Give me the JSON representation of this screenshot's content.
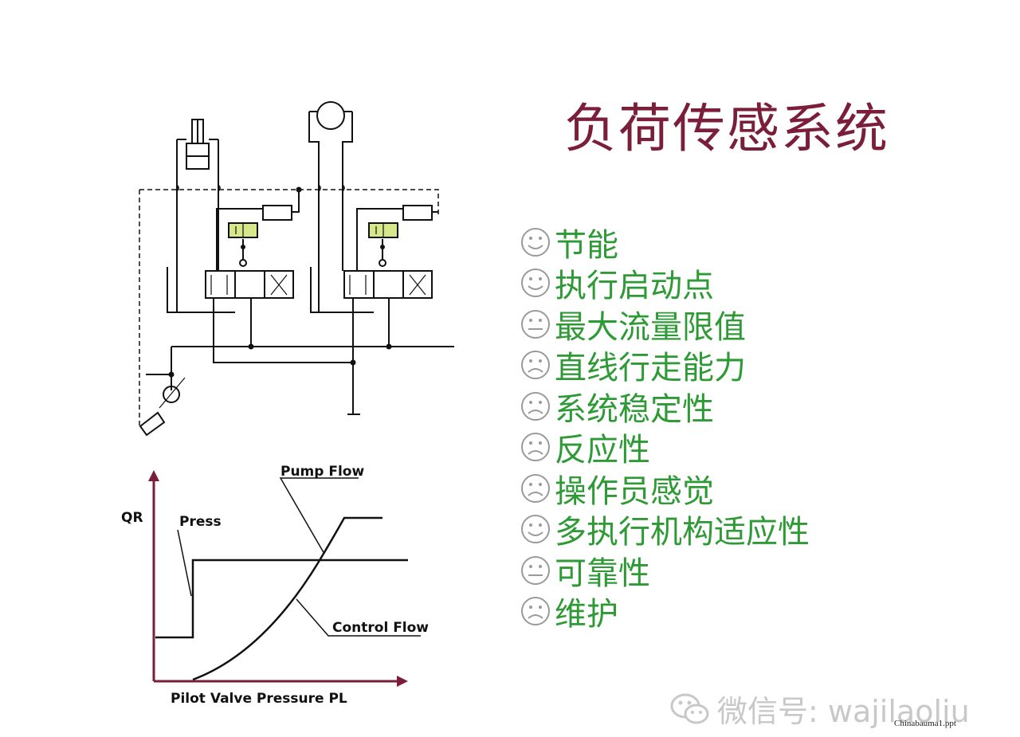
{
  "title": "负荷传感系统",
  "items": [
    {
      "face": "smile",
      "text": "节能"
    },
    {
      "face": "smile",
      "text": "执行启动点"
    },
    {
      "face": "neutral",
      "text": "最大流量限值"
    },
    {
      "face": "frown",
      "text": "直线行走能力"
    },
    {
      "face": "frown",
      "text": "系统稳定性"
    },
    {
      "face": "frown",
      "text": "反应性"
    },
    {
      "face": "frown",
      "text": "操作员感觉"
    },
    {
      "face": "smile",
      "text": "多执行机构适应性"
    },
    {
      "face": "neutral",
      "text": "可靠性"
    },
    {
      "face": "frown",
      "text": "维护"
    }
  ],
  "colors": {
    "title": "#7a1e3a",
    "items": "#2e9a35",
    "axis": "#7a1e3a",
    "valve_fill": "#d6e88a"
  },
  "chart": {
    "ylabel": "QR",
    "xlabel": "Pilot Valve Pressure PL",
    "labels": {
      "pump_flow": "Pump Flow",
      "press": "Press",
      "control_flow": "Control Flow"
    }
  },
  "chart_data": {
    "type": "line",
    "title": "",
    "xlabel": "Pilot Valve Pressure PL",
    "ylabel": "QR",
    "series": [
      {
        "name": "Press",
        "points": [
          [
            0,
            0.35
          ],
          [
            0.16,
            0.35
          ],
          [
            0.16,
            0.68
          ],
          [
            1.0,
            0.68
          ]
        ]
      },
      {
        "name": "Control Flow",
        "points": [
          [
            0.16,
            0.0
          ],
          [
            0.35,
            0.12
          ],
          [
            0.55,
            0.35
          ],
          [
            0.72,
            0.62
          ],
          [
            0.84,
            0.86
          ],
          [
            1.0,
            0.86
          ]
        ]
      }
    ]
  },
  "watermark": {
    "text": "微信号: wajilaoliu"
  },
  "footnote": "Chinabauma1.ppt"
}
